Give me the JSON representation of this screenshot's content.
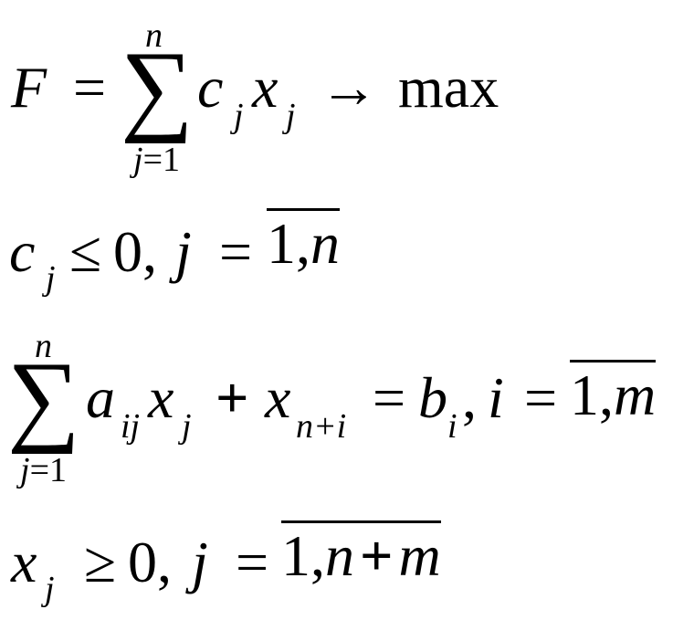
{
  "f1": {
    "F": "F",
    "eq": "=",
    "sum_top": "n",
    "sigma": "∑",
    "sum_bot_var": "j",
    "sum_bot_eq": "=",
    "sum_bot_val": "1",
    "c": "c",
    "c_sub": "j",
    "x": "x",
    "x_sub": "j",
    "arrow": "→",
    "max": "max"
  },
  "f2": {
    "c": "c",
    "c_sub": "j",
    "le": "≤",
    "zero_comma": "0,",
    "j": "j",
    "eq": "=",
    "range_start": "1,",
    "range_end": "n"
  },
  "f3": {
    "sum_top": "n",
    "sigma": "∑",
    "sum_bot_var": "j",
    "sum_bot_eq": "=",
    "sum_bot_val": "1",
    "a": "a",
    "a_sub": "ij",
    "x1": "x",
    "x1_sub": "j",
    "plus": "+",
    "x2": "x",
    "x2_sub": "n+i",
    "eq1": "=",
    "b": "b",
    "b_sub": "i",
    "comma": ",",
    "i": "i",
    "eq2": "=",
    "range_start": "1,",
    "range_end": "m"
  },
  "f4": {
    "x": "x",
    "x_sub": "j",
    "ge": "≥",
    "zero_comma": "0,",
    "j": "j",
    "eq": "=",
    "range_start": "1,",
    "range_mid": "n",
    "plus": "+",
    "range_end": "m"
  }
}
